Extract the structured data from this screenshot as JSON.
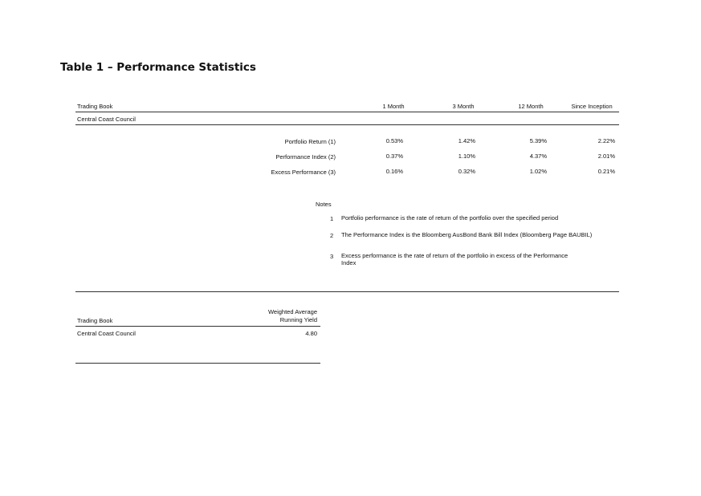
{
  "title": "Table 1 – Performance Statistics",
  "table1": {
    "corner_header": "Trading Book",
    "columns": [
      "1 Month",
      "3 Month",
      "12 Month",
      "Since Inception"
    ],
    "book_name": "Central Coast Council",
    "rows": [
      {
        "label": "Portfolio Return (1)",
        "values": [
          "0.53%",
          "1.42%",
          "5.39%",
          "2.22%"
        ]
      },
      {
        "label": "Performance Index (2)",
        "values": [
          "0.37%",
          "1.10%",
          "4.37%",
          "2.01%"
        ]
      },
      {
        "label": "Excess Performance (3)",
        "values": [
          "0.16%",
          "0.32%",
          "1.02%",
          "0.21%"
        ]
      }
    ]
  },
  "notes": {
    "heading": "Notes",
    "items": [
      {
        "num": "1",
        "text": "Portfolio performance is the rate of return of the portfolio over the specified period"
      },
      {
        "num": "2",
        "text": "The Performance Index is the Bloomberg AusBond Bank Bill Index (Bloomberg Page BAUBIL)"
      },
      {
        "num": "3",
        "text": "Excess performance is the rate of return of the portfolio in excess of the Performance Index"
      }
    ]
  },
  "table2": {
    "corner_header": "Trading Book",
    "column_header_line1": "Weighted Average",
    "column_header_line2": "Running Yield",
    "book_name": "Central Coast Council",
    "value": "4.80"
  }
}
